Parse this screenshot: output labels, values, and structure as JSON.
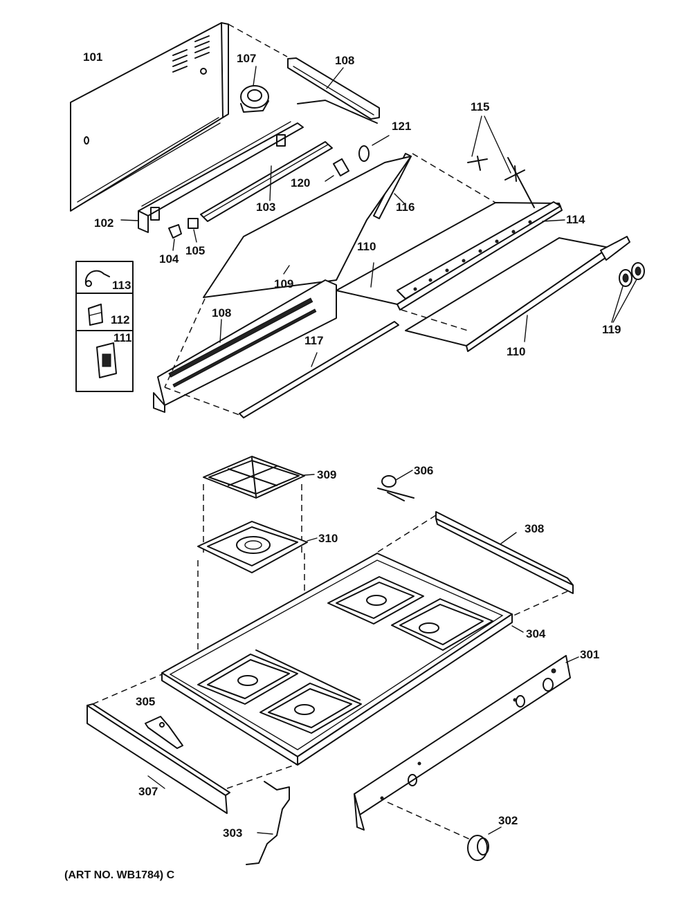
{
  "caption": "(ART NO. WB1784) C",
  "callouts": {
    "c101": "101",
    "c107": "107",
    "c108a": "108",
    "c115": "115",
    "c121": "121",
    "c120": "120",
    "c103": "103",
    "c116": "116",
    "c102": "102",
    "c104": "104",
    "c105": "105",
    "c114": "114",
    "c110a": "110",
    "c109": "109",
    "c113": "113",
    "c112": "112",
    "c111": "111",
    "c108b": "108",
    "c117": "117",
    "c110b": "110",
    "c119": "119",
    "c309": "309",
    "c306": "306",
    "c310": "310",
    "c308": "308",
    "c304": "304",
    "c301": "301",
    "c305": "305",
    "c307": "307",
    "c303": "303",
    "c302": "302"
  }
}
